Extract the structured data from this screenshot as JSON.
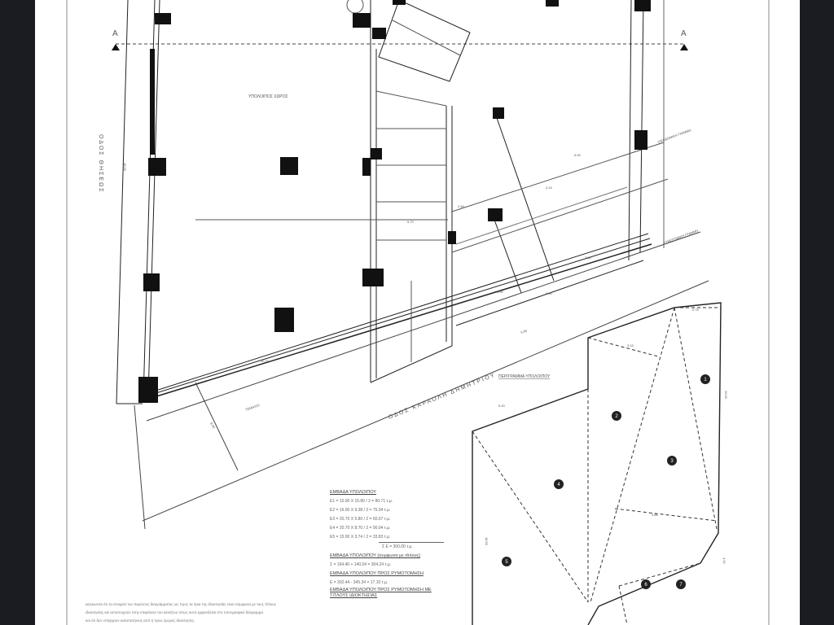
{
  "drawing": {
    "section_marker": "A",
    "labels": {
      "remaining_space": "ΥΠΟΛΟΙΠΟΣ ΧΩΡΟΣ",
      "street_left": "ΟΔΟΣ ΘΗΣΕΩΣ",
      "street_bottom": "ΟΔΟΣ ΚΑΡΑΟΛΗ ΔΗΜΗΤΡΙΟΥ",
      "plot_outline": "ΠΕΡΙΓΡΑΜΜΑ ΥΠΟΛΟΙΠΟΥ",
      "plot": "ΤΕΜΑΧΙΟ",
      "building_line": "ΟΙΚΟΔΟΜΙΚΗ ΓΡΑΜΜΗ",
      "street_line": "ΡΥΜΟΤΟΜΙΚΗ ΓΡΑΜΜΗ"
    },
    "dimensions": [
      "18.50",
      "2.60",
      "5.90",
      "3.15",
      "2.80",
      "6.90",
      "5.90",
      "10.70",
      "8.00",
      "5.70",
      "3.15",
      "2.75",
      "5.20",
      "3.88",
      "18.50",
      "15.00",
      "4.10",
      "5.90"
    ],
    "areas": [
      "1",
      "2",
      "3",
      "4",
      "5",
      "6",
      "7"
    ]
  },
  "area_table": {
    "title": "ΕΜΒΑΔΑ ΥΠΟΛΟΙΠΟΥ",
    "rows": [
      "Ε1 = 10.00 Χ 15.80 / 2   =   80.71 τ.μ.",
      "Ε2 = 16.00 Χ 9.38 / 2   =   75.04 τ.μ.",
      "Ε3 = 20.70 Χ 5.80 / 2   =   60.07 τ.μ.",
      "Ε4 = 20.70 Χ 8.70 / 2   =   90.04 τ.μ.",
      "Ε5 = 15.00 Χ 3.74 / 2   =   33.83 τ.μ."
    ],
    "total": "Σ Ε = 300.00 τ.μ.",
    "subtitle_2": "ΕΜΒΑΔΑ ΥΠΟΛΟΙΠΟΥ (συμφωνα με τίτλους)",
    "formula_2": "Σ = 164.40 + 140.04 = 304.24 τ.μ.",
    "subtitle_3": "ΕΜΒΑΔΑ ΥΠΟΛΟΙΠΟΥ ΠΡΟΣ ΡΥΜΟΤΟΜΗΣΗ",
    "formula_3": "Ε = 302.44 - 345.34 = 17.10 τ.μ.",
    "subtitle_4": "ΕΜΒΑΔΑ ΥΠΟΛΟΙΠΟΥ ΠΡΟΣ ΡΥΜΟΤΟΜΗΣΗ ΜΕ ΤΙΤΛΟΥΣ ΙΔΙΟΚΤΗΣΙΑΣ"
  },
  "notes": [
    "Δηλώνεται ότι τα στοιχεία του παρόντος διαγράμματος ως προς τα όρια της ιδιοκτησίας είναι σύμφωνα με τους τίτλους",
    "ιδιοκτησίας και αντιστοιχούν στην επιφάνεια του ακινήτου όπως αυτό εμφανίζεται στο τοπογραφικό διάγραμμα",
    "και ότι δεν υπάρχουν καταπατήσεις από ή προς όμορες ιδιοκτησίες."
  ]
}
